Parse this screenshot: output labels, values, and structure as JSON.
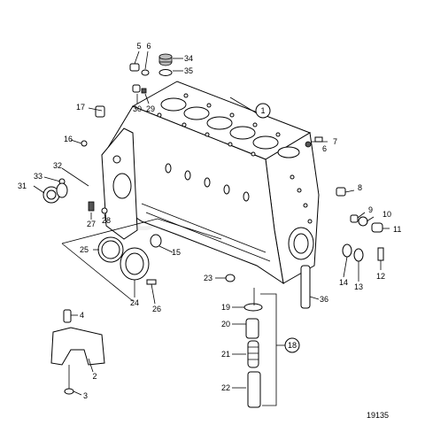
{
  "diagram": {
    "drawing_number": "19135",
    "callouts": [
      {
        "id": "c1",
        "text": "1"
      },
      {
        "id": "c5",
        "text": "5"
      },
      {
        "id": "c6a",
        "text": "6"
      },
      {
        "id": "c34",
        "text": "34"
      },
      {
        "id": "c35",
        "text": "35"
      },
      {
        "id": "c17",
        "text": "17"
      },
      {
        "id": "c30",
        "text": "30"
      },
      {
        "id": "c29",
        "text": "29"
      },
      {
        "id": "c7",
        "text": "7"
      },
      {
        "id": "c6b",
        "text": "6"
      },
      {
        "id": "c16",
        "text": "16"
      },
      {
        "id": "c32",
        "text": "32"
      },
      {
        "id": "c33",
        "text": "33"
      },
      {
        "id": "c31",
        "text": "31"
      },
      {
        "id": "c27",
        "text": "27"
      },
      {
        "id": "c28",
        "text": "28"
      },
      {
        "id": "c8",
        "text": "8"
      },
      {
        "id": "c9",
        "text": "9"
      },
      {
        "id": "c10",
        "text": "10"
      },
      {
        "id": "c11",
        "text": "11"
      },
      {
        "id": "c25",
        "text": "25"
      },
      {
        "id": "c15",
        "text": "15"
      },
      {
        "id": "c12",
        "text": "12"
      },
      {
        "id": "c14",
        "text": "14"
      },
      {
        "id": "c13",
        "text": "13"
      },
      {
        "id": "c23",
        "text": "23"
      },
      {
        "id": "c24",
        "text": "24"
      },
      {
        "id": "c26",
        "text": "26"
      },
      {
        "id": "c36",
        "text": "36"
      },
      {
        "id": "c4",
        "text": "4"
      },
      {
        "id": "c19",
        "text": "19"
      },
      {
        "id": "c20",
        "text": "20"
      },
      {
        "id": "c18",
        "text": "18"
      },
      {
        "id": "c21",
        "text": "21"
      },
      {
        "id": "c2",
        "text": "2"
      },
      {
        "id": "c22",
        "text": "22"
      },
      {
        "id": "c3",
        "text": "3"
      }
    ]
  }
}
